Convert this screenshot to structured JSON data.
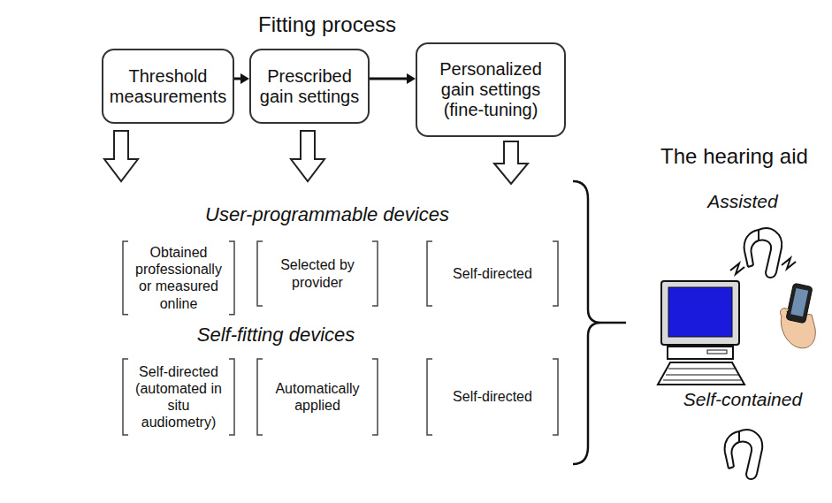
{
  "diagram": {
    "title": "Fitting process",
    "nodes": [
      {
        "text": [
          "Threshold measurements"
        ]
      },
      {
        "text": [
          "Prescribed gain settings"
        ]
      },
      {
        "text": [
          "Personalized gain settings (fine-tuning)"
        ]
      },
      {
        "text": [
          "Obtained professionally or measured online"
        ]
      },
      {
        "text": [
          "Selected by provider"
        ]
      },
      {
        "text": [
          "Self-directed"
        ]
      },
      {
        "text": [
          "Self-directed (automated in situ audiometry)"
        ]
      },
      {
        "text": [
          "Automatically applied"
        ]
      },
      {
        "text": [
          "Self-directed"
        ]
      }
    ],
    "edges": [
      {
        "from": 0,
        "to": 1,
        "arrow": "to"
      },
      {
        "from": 1,
        "to": 2,
        "arrow": "to"
      }
    ],
    "labels": [
      "User-programmable devices",
      "Self-fitting devices",
      "The hearing aid",
      "Assisted",
      "Self-contained"
    ]
  }
}
